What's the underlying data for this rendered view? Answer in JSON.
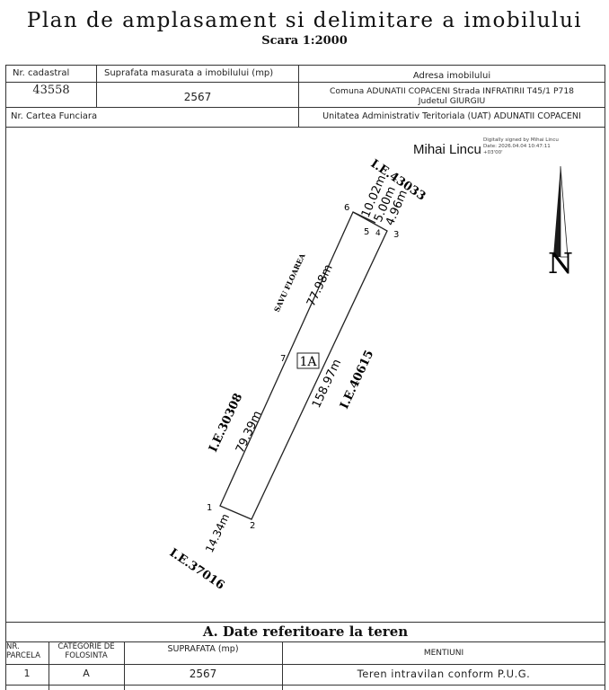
{
  "header": {
    "title": "Plan de amplasament si delimitare a imobilului",
    "scale": "Scara 1:2000"
  },
  "info_table": {
    "cadastral_label": "Nr. cadastral",
    "cadastral_value": "43558",
    "area_label": "Suprafata masurata a imobilului (mp)",
    "area_value": "2567",
    "address_label": "Adresa imobilului",
    "address_line1": "Comuna ADUNATII COPACENI Strada INFRATIRII T45/1 P718",
    "address_line2": "Judetul GIURGIU",
    "carte_label": "Nr. Cartea Funciara",
    "uat_label": "Unitatea Administrativ Teritoriala (UAT) ADUNATII COPACENI"
  },
  "signature": {
    "name": "Mihai Lincu",
    "meta": "Digitally signed by Mihai Lincu Date: 2026.04.04 10:47:11 +03'00'"
  },
  "plan": {
    "points": [
      "1",
      "2",
      "3",
      "4",
      "5",
      "6",
      "7"
    ],
    "parcel_label": "1A",
    "neighbors": {
      "top": "I.E.43033",
      "right": "I.E.40615",
      "left": "I.E.30308",
      "bottom": "I.E.37016",
      "left_upper": "SAVU FLOAREA"
    },
    "distances": {
      "d6_5": "10.02m",
      "d5_4": "5.00m",
      "d4_3": "4.96m",
      "d6_7": "77.98m",
      "d3_2": "158.97m",
      "d7_1": "79.39m",
      "d1_2": "14.34m"
    },
    "north": "N"
  },
  "section_a": {
    "title": "A. Date referitoare la teren",
    "headers": {
      "nr": "NR. PARCELA",
      "categorie": "CATEGORIE DE FOLOSINTA",
      "suprafata": "SUPRAFATA (mp)",
      "mentiuni": "MENTIUNI"
    },
    "row": {
      "nr": "1",
      "categorie": "A",
      "suprafata": "2567",
      "mentiuni": "Teren intravilan conform P.U.G."
    }
  }
}
